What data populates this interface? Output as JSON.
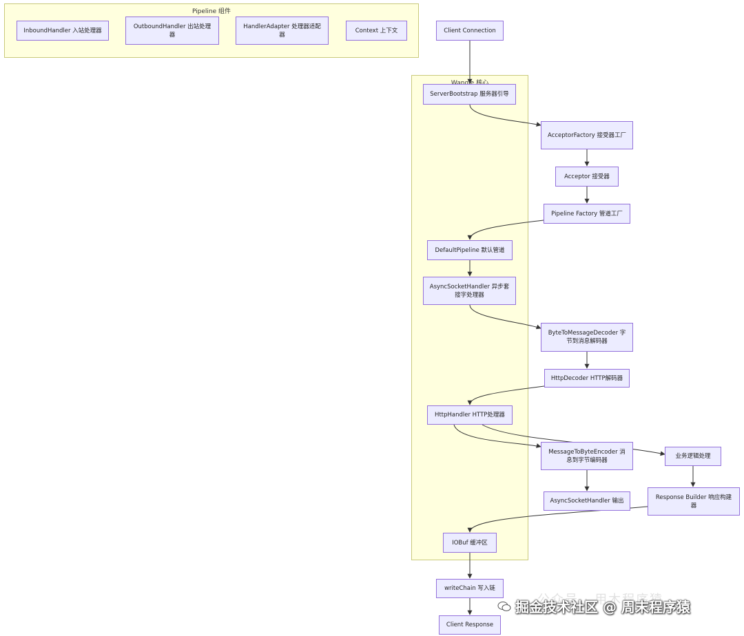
{
  "clusters": {
    "pipeline": {
      "label": "Pipeline 组件"
    },
    "wangle": {
      "label": "Wangle 核心"
    }
  },
  "nodes": {
    "inbound": "InboundHandler 入站处理器",
    "outbound": "OutboundHandler 出站处理器",
    "adapter": "HandlerAdapter 处理器适配器",
    "context": "Context 上下文",
    "client_conn": "Client Connection",
    "server_bootstrap": "ServerBootstrap 服务器引导",
    "acceptor_factory": "AcceptorFactory 接受器工厂",
    "acceptor": "Acceptor 接受器",
    "pipeline_factory": "Pipeline Factory 管道工厂",
    "default_pipeline": "DefaultPipeline 默认管道",
    "async_socket": "AsyncSocketHandler 异步套接字处理器",
    "byte_decoder": "ByteToMessageDecoder 字节到消息解码器",
    "http_decoder": "HttpDecoder HTTP解码器",
    "http_handler": "HttpHandler HTTP处理器",
    "msg_encoder": "MessageToByteEncoder 消息到字节编码器",
    "business": "业务逻辑处理",
    "async_out": "AsyncSocketHandler 输出",
    "resp_builder": "Response Builder 响应构建器",
    "iobuf": "IOBuf 缓冲区",
    "write_chain": "writeChain 写入链",
    "client_resp": "Client Response"
  },
  "watermark": {
    "faint": "公众号 · 用木程序猿",
    "text": "掘金技术社区 @ 周末程序猿"
  }
}
